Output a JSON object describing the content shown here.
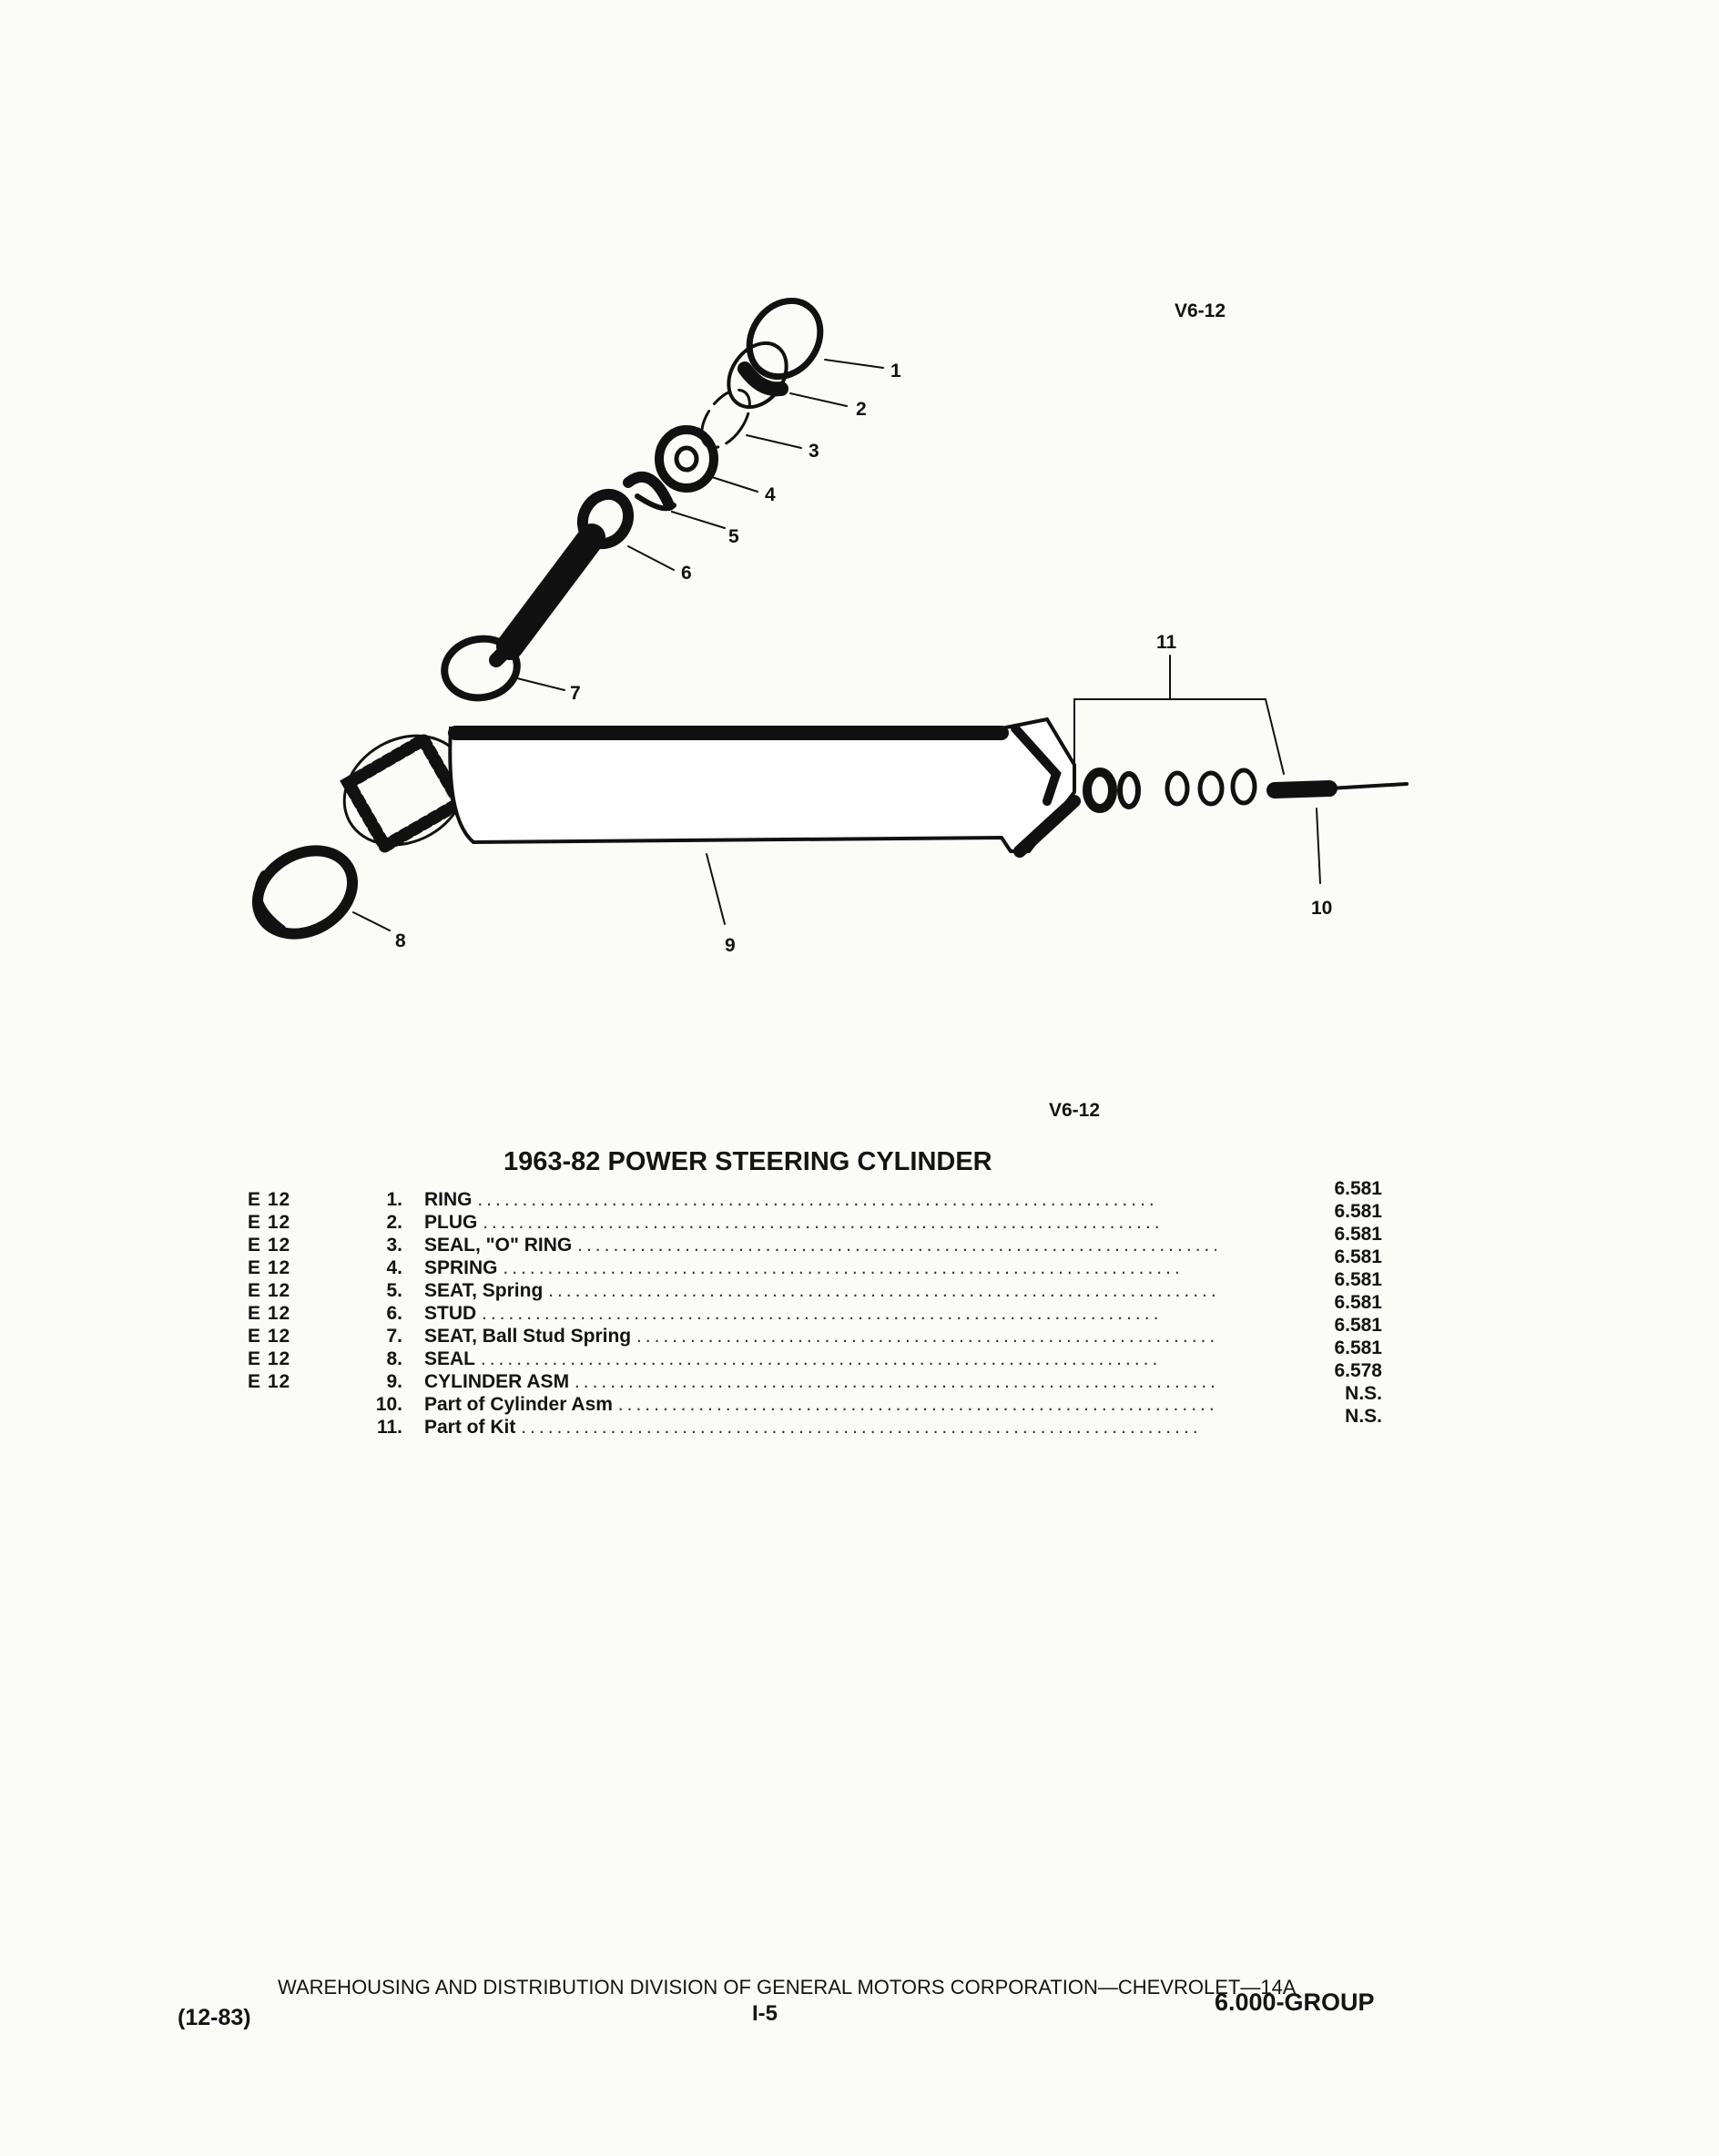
{
  "figure": {
    "ref_top": "V6-12",
    "callouts": [
      "1",
      "2",
      "3",
      "4",
      "5",
      "6",
      "7",
      "8",
      "9",
      "10",
      "11"
    ]
  },
  "section": {
    "ref": "V6-12",
    "title": "1963-82 POWER STEERING CYLINDER"
  },
  "parts": [
    {
      "code": "E 12",
      "num": "1.",
      "name": "RING",
      "group": "6.581"
    },
    {
      "code": "E 12",
      "num": "2.",
      "name": "PLUG",
      "group": "6.581"
    },
    {
      "code": "E 12",
      "num": "3.",
      "name": "SEAL, \"O\" RING",
      "group": "6.581"
    },
    {
      "code": "E 12",
      "num": "4.",
      "name": "SPRING",
      "group": "6.581"
    },
    {
      "code": "E 12",
      "num": "5.",
      "name": "SEAT, Spring",
      "group": "6.581"
    },
    {
      "code": "E 12",
      "num": "6.",
      "name": "STUD",
      "group": "6.581"
    },
    {
      "code": "E 12",
      "num": "7.",
      "name": "SEAT, Ball Stud Spring",
      "group": "6.581"
    },
    {
      "code": "E 12",
      "num": "8.",
      "name": "SEAL",
      "group": "6.581"
    },
    {
      "code": "E 12",
      "num": "9.",
      "name": "CYLINDER ASM",
      "group": "6.578"
    },
    {
      "code": "",
      "num": "10.",
      "name": "Part of Cylinder Asm",
      "group": "N.S."
    },
    {
      "code": "",
      "num": "11.",
      "name": "Part of Kit",
      "group": "N.S."
    }
  ],
  "footer": {
    "division": "WAREHOUSING AND DISTRIBUTION DIVISION OF GENERAL MOTORS CORPORATION—CHEVROLET—14A",
    "date": "(12-83)",
    "page": "I-5",
    "group": "6.000-GROUP"
  }
}
